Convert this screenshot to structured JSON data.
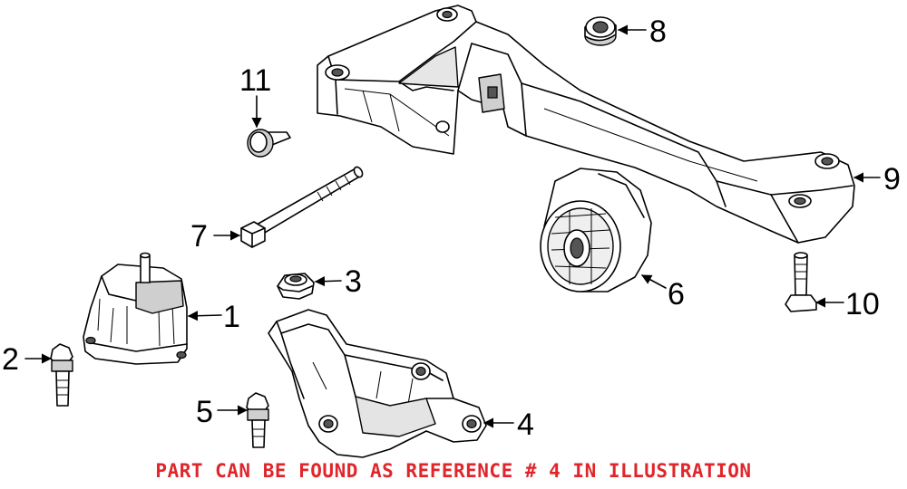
{
  "diagram": {
    "callouts": [
      {
        "id": "1",
        "label": "1"
      },
      {
        "id": "2",
        "label": "2"
      },
      {
        "id": "3",
        "label": "3"
      },
      {
        "id": "4",
        "label": "4"
      },
      {
        "id": "5",
        "label": "5"
      },
      {
        "id": "6",
        "label": "6"
      },
      {
        "id": "7",
        "label": "7"
      },
      {
        "id": "8",
        "label": "8"
      },
      {
        "id": "9",
        "label": "9"
      },
      {
        "id": "10",
        "label": "10"
      },
      {
        "id": "11",
        "label": "11"
      }
    ],
    "caption": "PART CAN BE FOUND AS REFERENCE # 4 IN ILLUSTRATION",
    "caption_color": "#e0262b"
  }
}
